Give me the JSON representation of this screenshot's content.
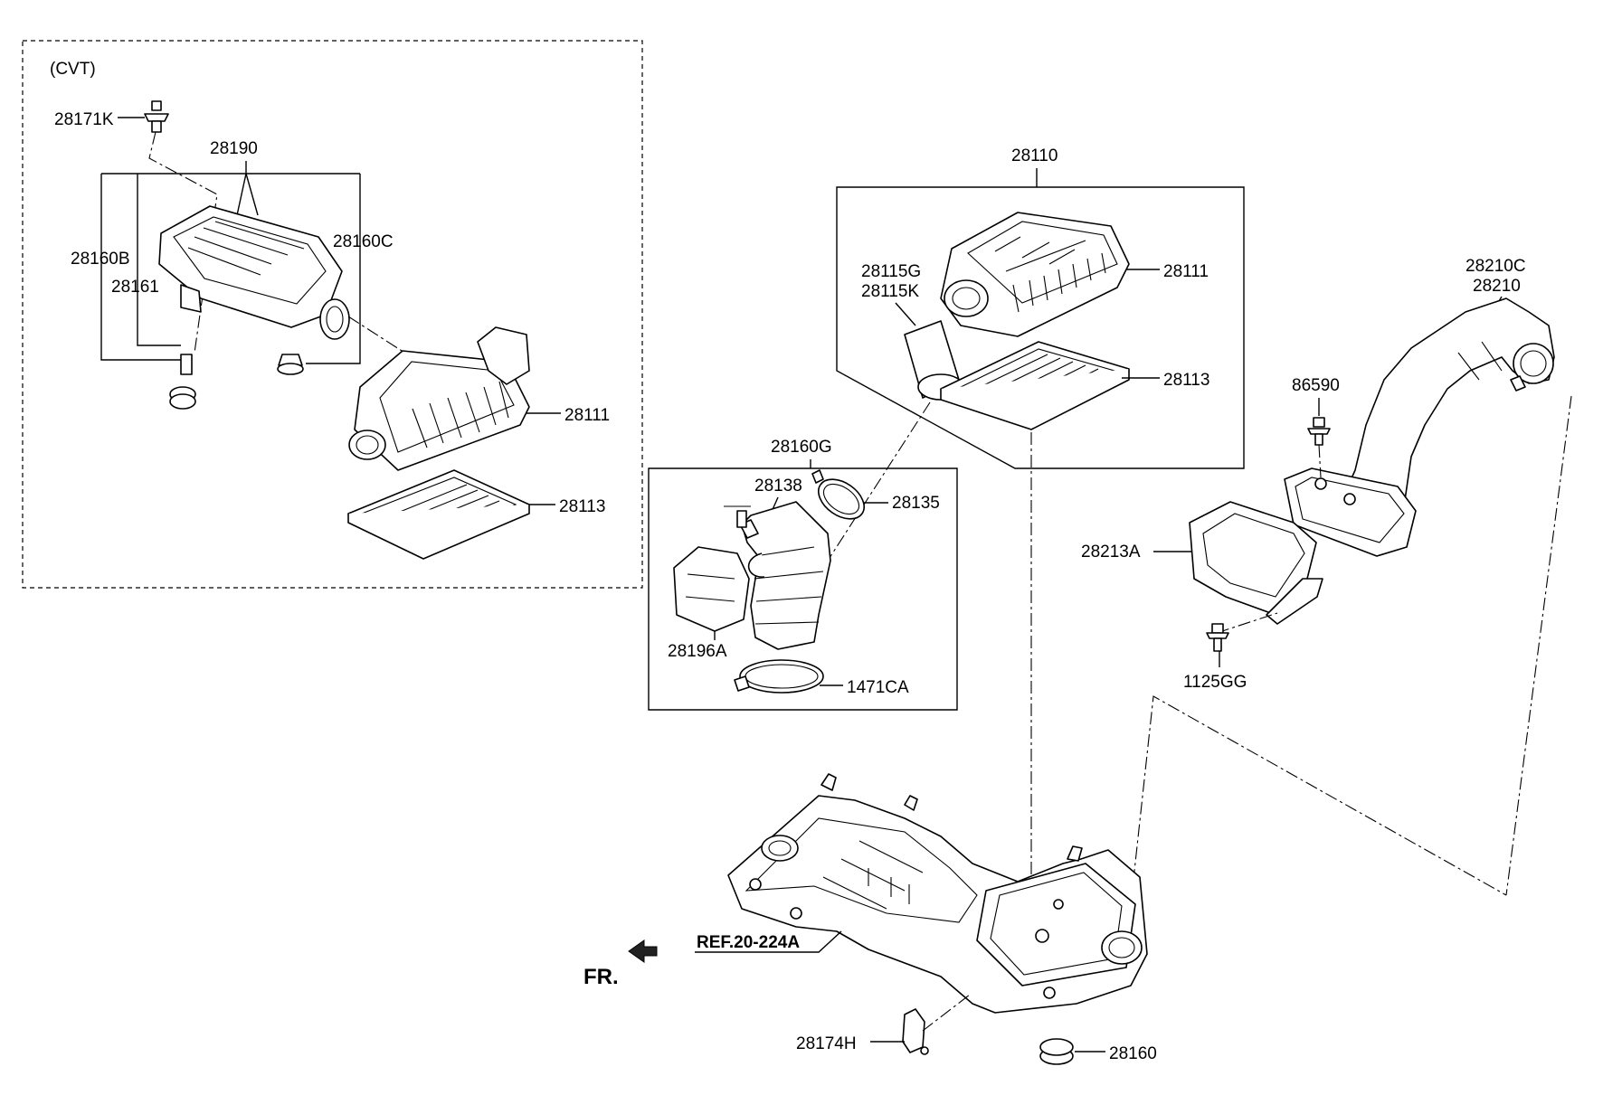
{
  "diagram": {
    "cvt_label": "(CVT)",
    "ref_label": "REF.20-224A",
    "front_label": "FR.",
    "labels": {
      "l28171K": "28171K",
      "l28190": "28190",
      "l28160C": "28160C",
      "l28160B": "28160B",
      "l28161": "28161",
      "l28111a": "28111",
      "l28113a": "28113",
      "l28110": "28110",
      "l28115G": "28115G",
      "l28115K": "28115K",
      "l28111b": "28111",
      "l28113b": "28113",
      "l28160G": "28160G",
      "l28138": "28138",
      "l28135": "28135",
      "l28196A": "28196A",
      "l1471CA": "1471CA",
      "l28210C": "28210C",
      "l28210": "28210",
      "l86590": "86590",
      "l28213A": "28213A",
      "l1125GG": "1125GG",
      "l28174H": "28174H",
      "l28160": "28160"
    }
  }
}
